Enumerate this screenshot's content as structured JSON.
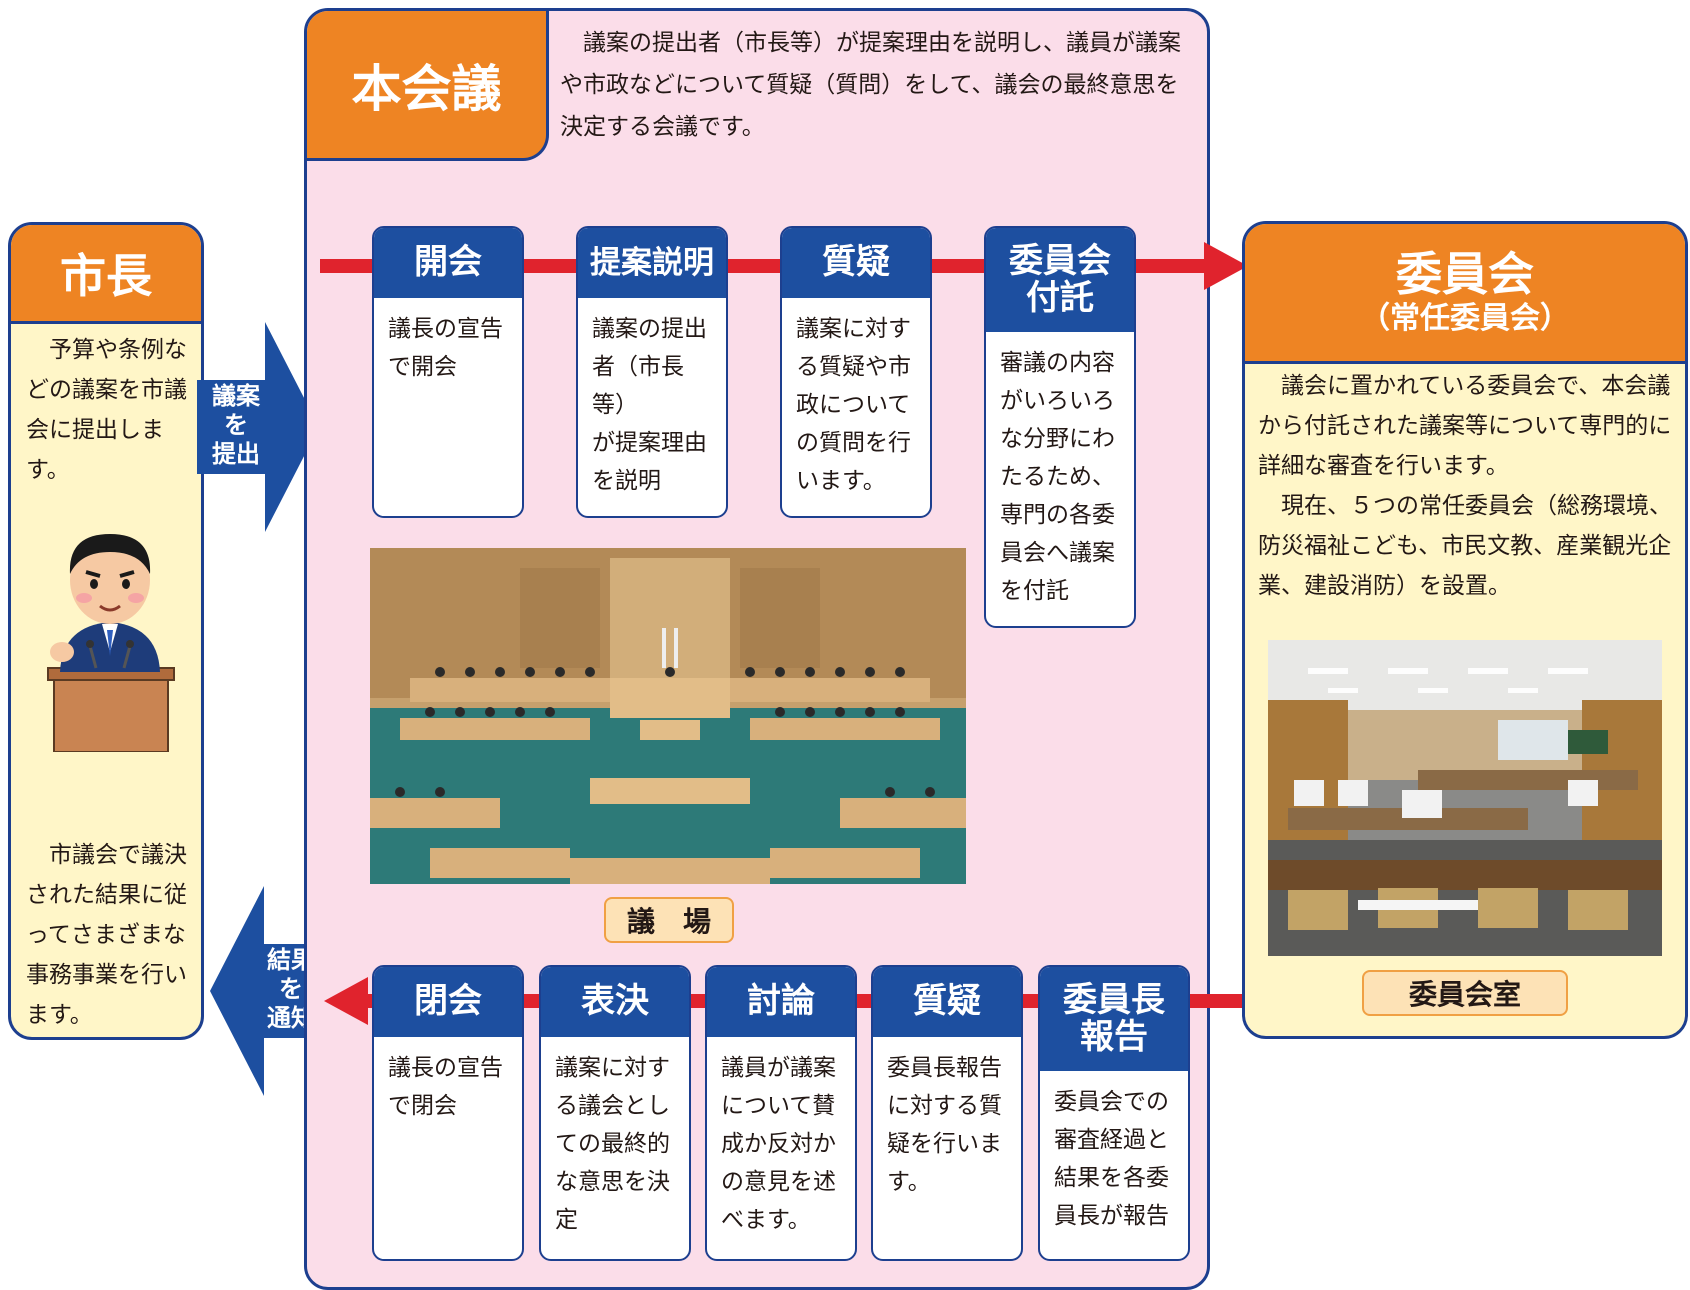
{
  "mayor": {
    "title": "市長",
    "text_top": "　予算や条例などの議案を市議会に提出します。",
    "text_bottom": "　市議会で議決された結果に従ってさまざまな事務事業を行います。"
  },
  "arrows": {
    "submit": "議案\nを\n提出",
    "notify": "結果\nを\n通知"
  },
  "plenary": {
    "title": "本会議",
    "description": "　議案の提出者（市長等）が提案理由を説明し、議員が議案や市政などについて質疑（質問）をして、議会の最終意思を決定する会議です。",
    "photo_caption": "議　場"
  },
  "top_steps": [
    {
      "title": "開会",
      "body": "議長の宣告\nで開会"
    },
    {
      "title": "提案説明",
      "body": "議案の提出\n者（市長等）\nが提案理由\nを説明"
    },
    {
      "title": "質疑",
      "body": "議案に対す\nる質疑や市\n政について\nの質問を行\nいます。"
    },
    {
      "title": "委員会\n付託",
      "body": "審議の内容\nがいろいろ\nな分野にわ\nたるため、\n専門の各委\n員会へ議案\nを付託"
    }
  ],
  "bottom_steps": [
    {
      "title": "閉会",
      "body": "議長の宣告\nで閉会"
    },
    {
      "title": "表決",
      "body": "議案に対す\nる議会とし\nての最終的\nな意思を決\n定"
    },
    {
      "title": "討論",
      "body": "議員が議案\nについて賛\n成か反対か\nの意見を述\nべます。"
    },
    {
      "title": "質疑",
      "body": "委員長報告\nに対する質\n疑を行いま\nす。"
    },
    {
      "title": "委員長\n報告",
      "body": "委員会での\n審査経過と\n結果を各委\n員長が報告"
    }
  ],
  "committee": {
    "title": "委員会",
    "subtitle": "（常任委員会）",
    "text_1": "　議会に置かれている委員会で、本会議から付託された議案等について専門的に詳細な審査を行います。",
    "text_2": "　現在、５つの常任委員会（総務環境、防災福祉こども、市民文教、産業観光企業、建設消防）を設置。",
    "photo_caption": "委員会室"
  },
  "colors": {
    "navy": "#1d3f8f",
    "step_head": "#1d4fa0",
    "orange": "#ee8423",
    "red": "#e0232d",
    "pink": "#fbdde9",
    "cream": "#fff6c8"
  }
}
